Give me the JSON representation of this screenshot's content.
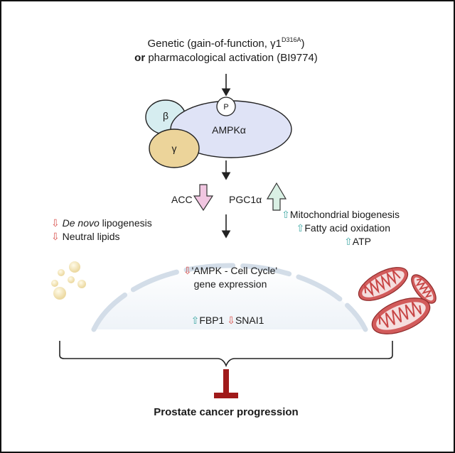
{
  "activation": {
    "line1_prefix": "Genetic (gain-of-function, γ1",
    "line1_superscript": "D316A",
    "line1_suffix": ")",
    "line2_bold": "or",
    "line2_rest": " pharmacological activation (BI9774)"
  },
  "complex": {
    "phospho_label": "P",
    "alpha_label": "AMPKα",
    "beta_label": "β",
    "gamma_label": "γ"
  },
  "targets": {
    "acc_label": "ACC",
    "pgc_label": "PGC1α"
  },
  "left_effects": [
    {
      "arrow": "⇩",
      "italic": "De novo",
      "text": " lipogenesis"
    },
    {
      "arrow": "⇩",
      "italic": "",
      "text": "Neutral lipids"
    }
  ],
  "right_effects": [
    {
      "arrow": "⇧",
      "text": "Mitochondrial biogenesis"
    },
    {
      "arrow": "⇧",
      "text": "Fatty acid oxidation"
    },
    {
      "arrow": "⇧",
      "text": "ATP"
    }
  ],
  "nucleus": {
    "gene_line1": "'AMPK - Cell Cycle'",
    "gene_line2": "gene expression",
    "gene_arrow": "⇩",
    "fbp1_arrow": "⇧",
    "fbp1_label": "FBP1",
    "snai1_arrow": "⇩",
    "snai1_label": "SNAI1"
  },
  "outcome": "Prostate cancer progression",
  "colors": {
    "ampk_alpha": "#dfe3f6",
    "beta": "#d6edf0",
    "gamma": "#ecd49a",
    "acc_arrow": "#f1c6e1",
    "pgc_arrow": "#d9f0e4",
    "up_arrow": "#3fa8a4",
    "down_arrow": "#d9534f",
    "inhibit": "#a01a1a",
    "lipid": "#f1e1b2",
    "mitochondria": "#d25b5b"
  }
}
